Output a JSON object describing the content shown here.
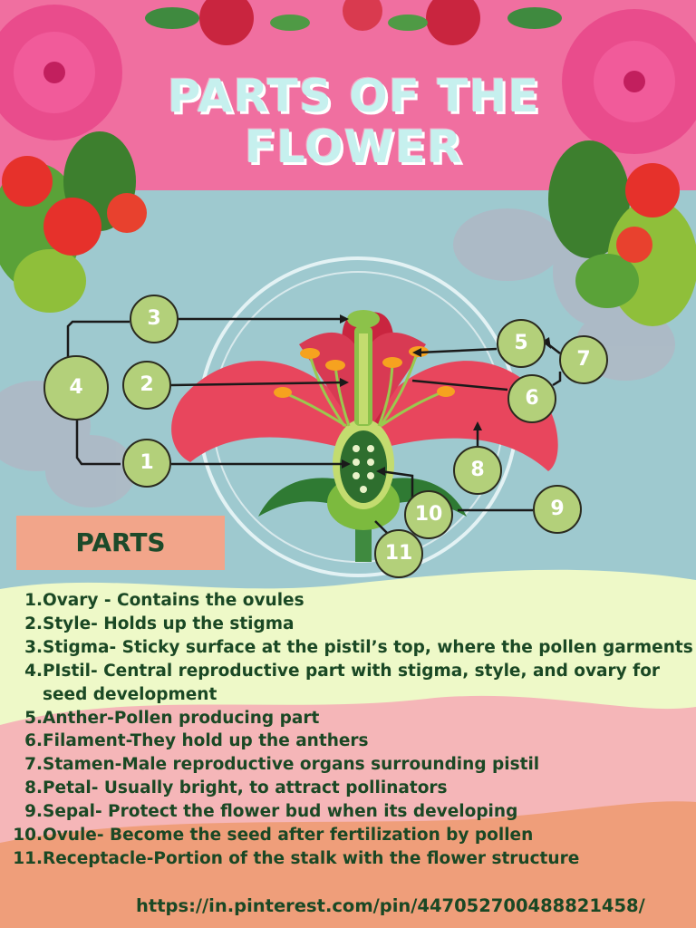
{
  "title": "PARTS OF THE FLOWER",
  "parts_heading": "PARTS",
  "badges": [
    "1",
    "2",
    "3",
    "4",
    "5",
    "6",
    "7",
    "8",
    "9",
    "10",
    "11"
  ],
  "parts": [
    {
      "num": "1.",
      "text": "Ovary - Contains the ovules"
    },
    {
      "num": "2.",
      "text": "Style- Holds up the stigma"
    },
    {
      "num": "3.",
      "text": "Stigma- Sticky surface at the pistil’s top, where the pollen garments"
    },
    {
      "num": "4.",
      "text": "PIstil- Central reproductive part with stigma, style, and ovary for seed development"
    },
    {
      "num": "5.",
      "text": "Anther-Pollen producing part"
    },
    {
      "num": "6.",
      "text": "Filament-They hold up the anthers"
    },
    {
      "num": "7.",
      "text": "Stamen-Male reproductive organs surrounding pistil"
    },
    {
      "num": "8.",
      "text": "Petal- Usually bright, to attract pollinators"
    },
    {
      "num": "9.",
      "text": "Sepal- Protect the flower bud when its developing"
    },
    {
      "num": "10.",
      "text": "Ovule- Become the seed after fertilization by pollen"
    },
    {
      "num": "11.",
      "text": "Receptacle-Portion of the stalk with the flower structure"
    }
  ],
  "source_url": "https://in.pinterest.com/pin/447052700488821458/",
  "colors": {
    "banner": "#f06fa0",
    "sky": "#9ec9cf",
    "cream": "#eef9c8",
    "pink_wave": "#f5b6b8",
    "salmon": "#ef9e7a",
    "text": "#1a4824",
    "badge": "#b3d07a"
  }
}
